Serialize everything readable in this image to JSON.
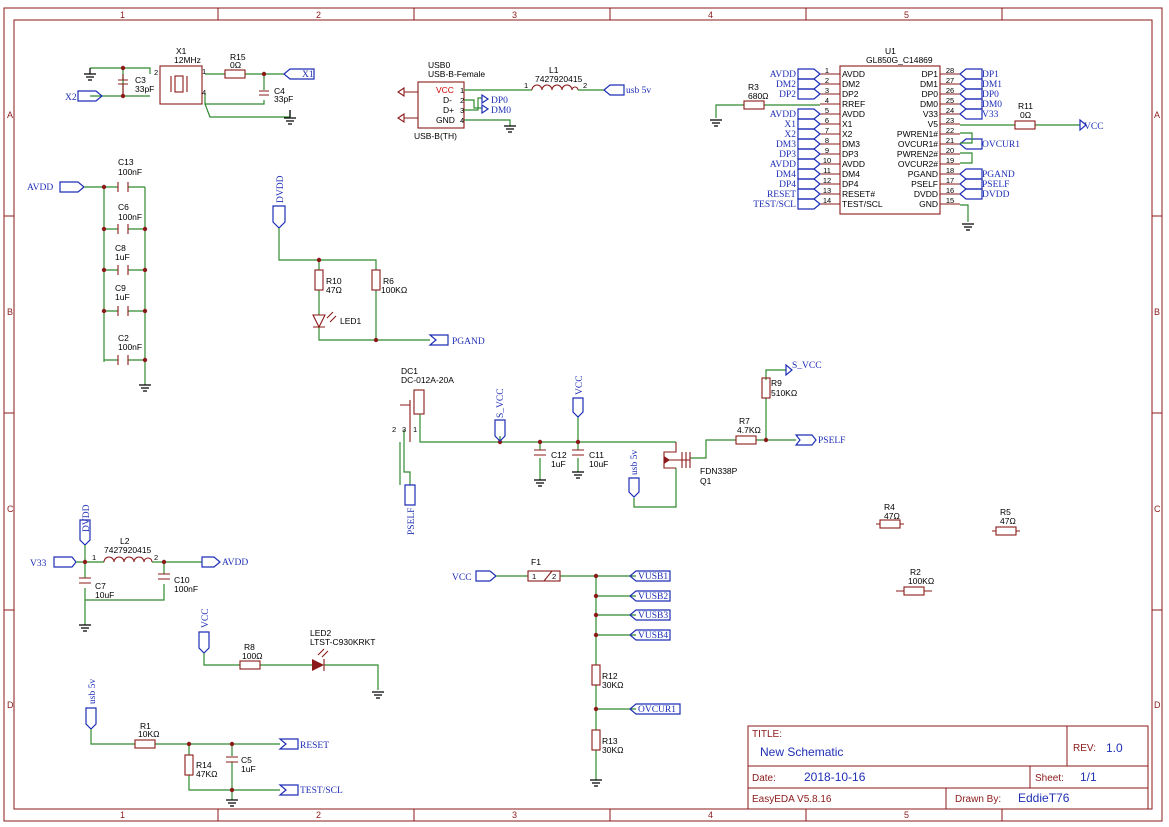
{
  "frame": {
    "columns": [
      "1",
      "2",
      "3",
      "4",
      "5"
    ],
    "rows": [
      "A",
      "B",
      "C",
      "D"
    ]
  },
  "title_block": {
    "title_label": "TITLE:",
    "title": "New Schematic",
    "rev_label": "REV:",
    "rev": "1.0",
    "date_label": "Date:",
    "date": "2018-10-16",
    "sheet_label": "Sheet:",
    "sheet": "1/1",
    "tool": "EasyEDA V5.8.16",
    "drawn_label": "Drawn By:",
    "drawn_by": "EddieT76"
  },
  "crystal": {
    "ref": "X1",
    "value": "12MHz",
    "pins": [
      "1",
      "2",
      "4"
    ]
  },
  "r15": {
    "ref": "R15",
    "value": "0Ω"
  },
  "c3": {
    "ref": "C3",
    "value": "33pF"
  },
  "c4": {
    "ref": "C4",
    "value": "33pF"
  },
  "usb0": {
    "ref": "USB0",
    "value": "USB-B-Female",
    "footprint": "USB-B(TH)",
    "pins": [
      {
        "num": "1",
        "name": "VCC"
      },
      {
        "num": "2",
        "name": "D-"
      },
      {
        "num": "3",
        "name": "D+"
      },
      {
        "num": "4",
        "name": "GND"
      }
    ]
  },
  "l1": {
    "ref": "L1",
    "value": "7427920415",
    "p1": "1",
    "p2": "2"
  },
  "u1": {
    "ref": "U1",
    "value": "GL850G_C14869",
    "left_pins": [
      {
        "num": "1",
        "name": "AVDD"
      },
      {
        "num": "2",
        "name": "DM2"
      },
      {
        "num": "3",
        "name": "DP2"
      },
      {
        "num": "4",
        "name": "RREF"
      },
      {
        "num": "5",
        "name": "AVDD"
      },
      {
        "num": "6",
        "name": "X1"
      },
      {
        "num": "7",
        "name": "X2"
      },
      {
        "num": "8",
        "name": "DM3"
      },
      {
        "num": "9",
        "name": "DP3"
      },
      {
        "num": "10",
        "name": "AVDD"
      },
      {
        "num": "11",
        "name": "DM4"
      },
      {
        "num": "12",
        "name": "DP4"
      },
      {
        "num": "13",
        "name": "RESET#"
      },
      {
        "num": "14",
        "name": "TEST/SCL"
      }
    ],
    "right_pins": [
      {
        "num": "28",
        "name": "DP1"
      },
      {
        "num": "27",
        "name": "DM1"
      },
      {
        "num": "26",
        "name": "DP0"
      },
      {
        "num": "25",
        "name": "DM0"
      },
      {
        "num": "24",
        "name": "V33"
      },
      {
        "num": "23",
        "name": "V5"
      },
      {
        "num": "22",
        "name": "PWREN1#"
      },
      {
        "num": "21",
        "name": "OVCUR1#"
      },
      {
        "num": "20",
        "name": "PWREN2#"
      },
      {
        "num": "19",
        "name": "OVCUR2#"
      },
      {
        "num": "18",
        "name": "PGAND"
      },
      {
        "num": "17",
        "name": "PSELF"
      },
      {
        "num": "16",
        "name": "DVDD"
      },
      {
        "num": "15",
        "name": "GND"
      }
    ],
    "left_nets": [
      "AVDD",
      "DM2",
      "DP2",
      "",
      "AVDD",
      "X1",
      "X2",
      "DM3",
      "DP3",
      "AVDD",
      "DM4",
      "DP4",
      "RESET",
      "TEST/SCL"
    ],
    "right_nets": [
      "DP1",
      "DM1",
      "DP0",
      "DM0",
      "V33",
      "",
      "",
      "OVCUR1",
      "",
      "",
      "PGAND",
      "PSELF",
      "DVDD",
      ""
    ]
  },
  "r3": {
    "ref": "R3",
    "value": "680Ω"
  },
  "r11": {
    "ref": "R11",
    "value": "0Ω"
  },
  "decoupling": [
    {
      "ref": "C13",
      "value": "100nF"
    },
    {
      "ref": "C6",
      "value": "100nF"
    },
    {
      "ref": "C8",
      "value": "1uF"
    },
    {
      "ref": "C9",
      "value": "1uF"
    },
    {
      "ref": "C2",
      "value": "100nF"
    }
  ],
  "r10": {
    "ref": "R10",
    "value": "47Ω"
  },
  "r6": {
    "ref": "R6",
    "value": "100KΩ"
  },
  "led1": {
    "ref": "LED1"
  },
  "dc1": {
    "ref": "DC1",
    "value": "DC-012A-20A",
    "pins": [
      "2",
      "3",
      "1"
    ]
  },
  "c12": {
    "ref": "C12",
    "value": "1uF"
  },
  "c11": {
    "ref": "C11",
    "value": "10uF"
  },
  "q1": {
    "ref": "Q1",
    "value": "FDN338P"
  },
  "r7": {
    "ref": "R7",
    "value": "4.7KΩ"
  },
  "r9": {
    "ref": "R9",
    "value": "510KΩ"
  },
  "r4": {
    "ref": "R4",
    "value": "47Ω"
  },
  "r5": {
    "ref": "R5",
    "value": "47Ω"
  },
  "r2": {
    "ref": "R2",
    "value": "100KΩ"
  },
  "l2": {
    "ref": "L2",
    "value": "7427920415",
    "p1": "1",
    "p2": "2"
  },
  "c7": {
    "ref": "C7",
    "value": "10uF"
  },
  "c10": {
    "ref": "C10",
    "value": "100nF"
  },
  "r8": {
    "ref": "R8",
    "value": "100Ω"
  },
  "led2": {
    "ref": "LED2",
    "value": "LTST-C930KRKT"
  },
  "f1": {
    "ref": "F1",
    "p1": "1",
    "p2": "2"
  },
  "r12": {
    "ref": "R12",
    "value": "30KΩ"
  },
  "r13": {
    "ref": "R13",
    "value": "30KΩ"
  },
  "r1": {
    "ref": "R1",
    "value": "10KΩ"
  },
  "r14": {
    "ref": "R14",
    "value": "47KΩ"
  },
  "c5": {
    "ref": "C5",
    "value": "1uF"
  },
  "nets": {
    "x1": "X1",
    "x2": "X2",
    "usb5v": "usb 5v",
    "dp0": "DP0",
    "dm0": "DM0",
    "vcc": "VCC",
    "avdd": "AVDD",
    "dvdd": "DVDD",
    "pgand": "PGAND",
    "s_vcc": "S_VCC",
    "pself": "PSELF",
    "v33": "V33",
    "vusb1": "VUSB1",
    "vusb2": "VUSB2",
    "vusb3": "VUSB3",
    "vusb4": "VUSB4",
    "ovcur1": "OVCUR1",
    "reset": "RESET",
    "test_scl": "TEST/SCL"
  }
}
